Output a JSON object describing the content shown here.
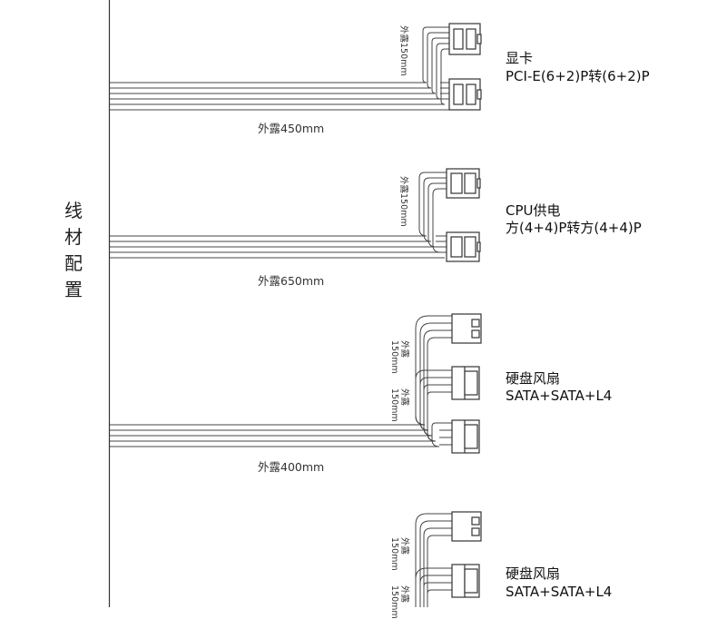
{
  "section_title": [
    "线",
    "材",
    "配",
    "置"
  ],
  "cables": [
    {
      "name": "显卡",
      "spec": "PCI-E(6+2)P转(6+2)P",
      "length": "外露450mm",
      "branch": "外露150mm"
    },
    {
      "name": "CPU供电",
      "spec": "方(4+4)P转方(4+4)P",
      "length": "外露650mm",
      "branch": "外露150mm"
    },
    {
      "name": "硬盘风扇",
      "spec": "SATA+SATA+L4",
      "length": "外露400mm",
      "branch_a_top": "外露",
      "branch_a_bottom": "150mm",
      "branch_b_top": "外露",
      "branch_b_bottom": "150mm"
    },
    {
      "name": "硬盘风扇",
      "spec": "SATA+SATA+L4",
      "length": "",
      "branch_a_top": "外露",
      "branch_a_bottom": "150mm",
      "branch_b_top": "外露",
      "branch_b_bottom": "150mm"
    }
  ],
  "colors": {
    "line": "#333333",
    "background": "#ffffff"
  }
}
